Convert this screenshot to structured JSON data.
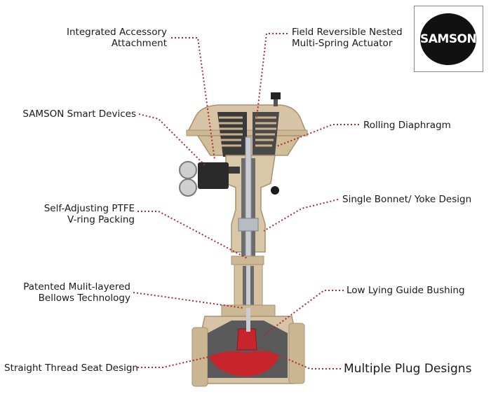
{
  "brand": {
    "logo_text": "SAMSON"
  },
  "labels": {
    "accessory_line1": "Integrated Accessory",
    "accessory_line2": "Attachment",
    "actuator_line1": "Field Reversible Nested",
    "actuator_line2": "Multi-Spring Actuator",
    "smart_devices": "SAMSON Smart Devices",
    "diaphragm": "Rolling Diaphragm",
    "bonnet": "Single Bonnet/ Yoke Design",
    "ptfe_line1": "Self-Adjusting PTFE",
    "ptfe_line2": "V-ring Packing",
    "bellows_line1": "Patented Mulit-layered",
    "bellows_line2": "Bellows Technology",
    "guide": "Low Lying Guide Bushing",
    "seat": "Straight Thread Seat Design",
    "plug": "Multiple Plug Designs"
  },
  "colors": {
    "leader": "#b02a2a",
    "metal": "#d7c4a6",
    "metal_dark": "#a8916f",
    "steel": "#9aa0a6",
    "plug": "#c8242c",
    "black": "#1b1b1b"
  }
}
